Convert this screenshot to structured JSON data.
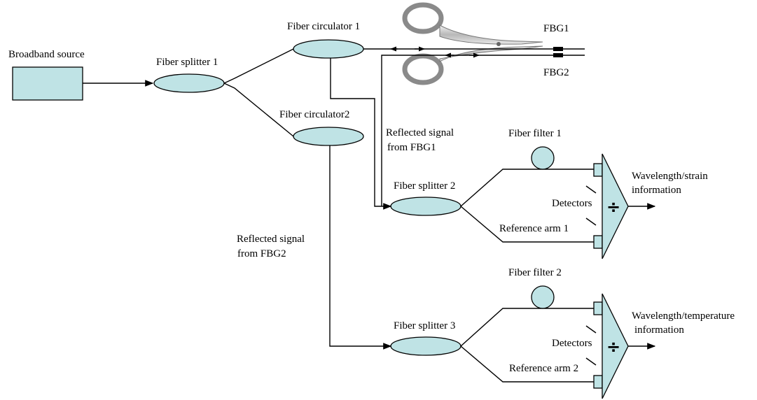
{
  "labels": {
    "broadband_source": "Broadband source",
    "fiber_splitter_1": "Fiber splitter 1",
    "fiber_circulator_1": "Fiber circulator 1",
    "fiber_circulator_2": "Fiber circulator2",
    "fbg1": "FBG1",
    "fbg2": "FBG2",
    "reflected_fbg1_line1": "Reflected signal",
    "reflected_fbg1_line2": "from FBG1",
    "reflected_fbg2_line1": "Reflected signal",
    "reflected_fbg2_line2": "from FBG2",
    "fiber_splitter_2": "Fiber splitter 2",
    "fiber_splitter_3": "Fiber splitter 3",
    "fiber_filter_1": "Fiber filter 1",
    "fiber_filter_2": "Fiber filter 2",
    "reference_arm_1": "Reference arm 1",
    "reference_arm_2": "Reference arm 2",
    "detectors_1": "Detectors",
    "detectors_2": "Detectors",
    "strain_out_line1": "Wavelength/strain",
    "strain_out_line2": "information",
    "temp_out_line1": "Wavelength/temperature",
    "temp_out_line2": "information",
    "divider_symbol_1": "÷",
    "divider_symbol_2": "÷"
  },
  "colors": {
    "component_fill": "#bfe3e5",
    "line": "#000000"
  }
}
